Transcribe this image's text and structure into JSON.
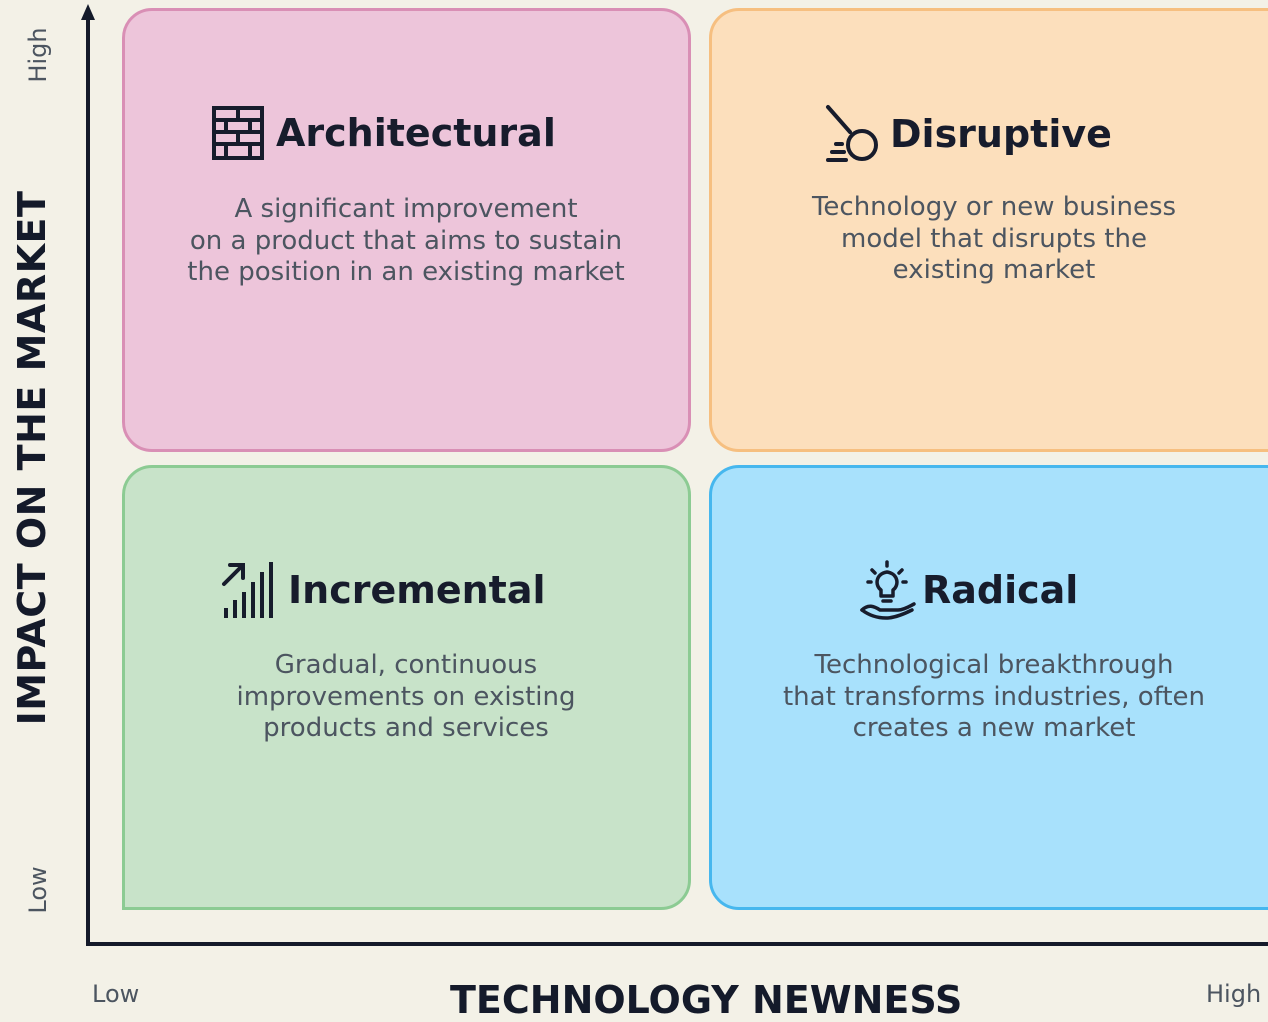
{
  "axes": {
    "y_title": "IMPACT ON THE MARKET",
    "y_high": "High",
    "y_low": "Low",
    "x_title": "TECHNOLOGY NEWNESS",
    "x_low": "Low",
    "x_high": "High"
  },
  "quadrants": {
    "architectural": {
      "title": "Architectural",
      "icon": "brick-wall-icon",
      "color": "#edc5da",
      "lines": [
        "A significant improvement",
        "on a product that aims to sustain",
        "the position in an existing market"
      ]
    },
    "disruptive": {
      "title": "Disruptive",
      "icon": "wrecking-ball-icon",
      "color": "#fcdfbc",
      "lines": [
        "Technology or new business",
        "model that disrupts the",
        "existing market"
      ]
    },
    "incremental": {
      "title": "Incremental",
      "icon": "signal-bars-arrow-icon",
      "color": "#c8e3c9",
      "lines": [
        "Gradual, continuous",
        "improvements on existing",
        "products and services"
      ]
    },
    "radical": {
      "title": "Radical",
      "icon": "lightbulb-hand-icon",
      "color": "#a8e1fc",
      "lines": [
        "Technological breakthrough",
        "that transforms industries, often",
        "creates a new market"
      ]
    }
  }
}
